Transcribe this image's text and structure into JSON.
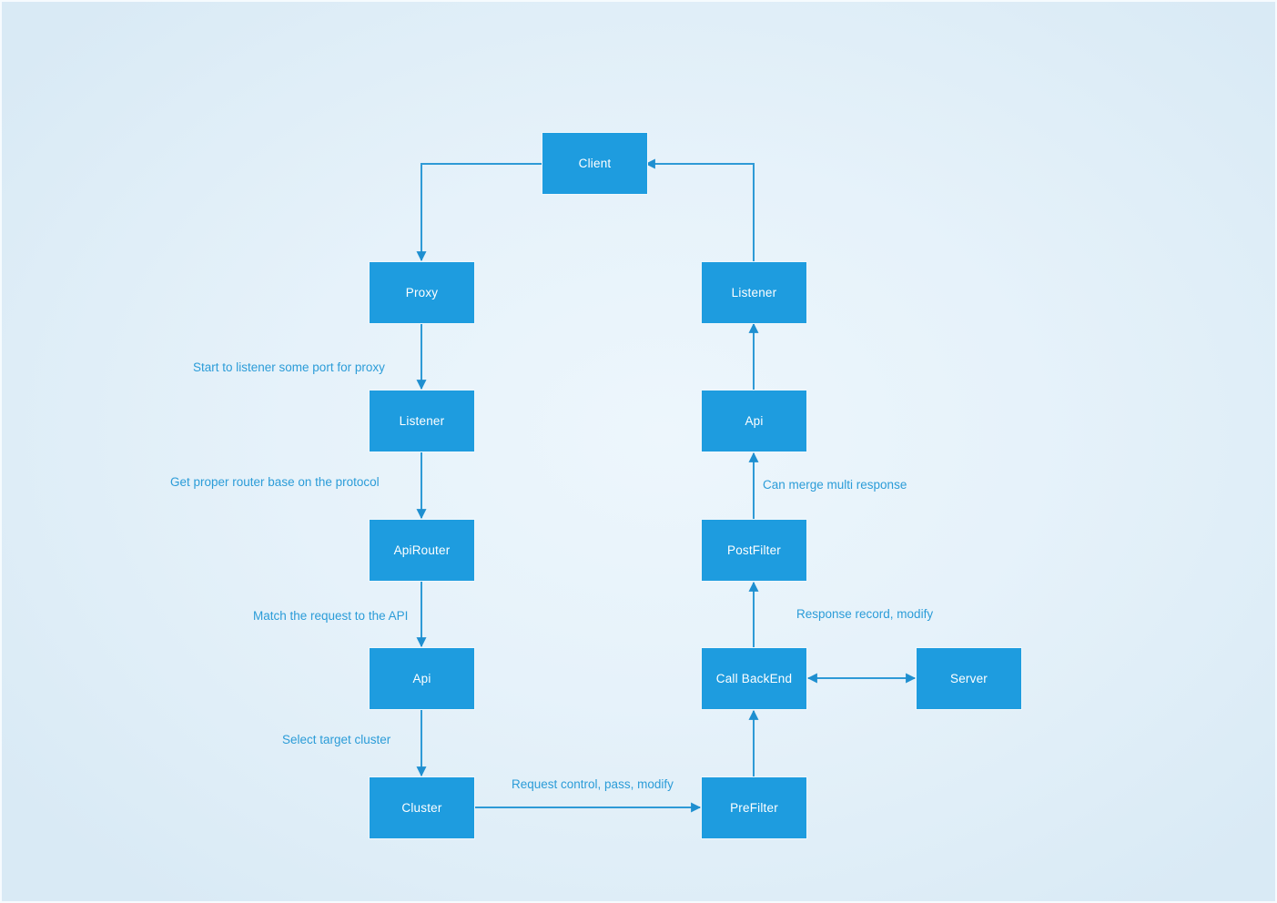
{
  "diagram": {
    "description": "Proxy request/response flow diagram",
    "colors": {
      "node_fill": "#1e9cdf",
      "node_text": "#ffffff",
      "arrow": "#2e9ad6",
      "edge_label_text": "#2b9cd8",
      "background": "#e6f2fa"
    },
    "nodes": {
      "client": {
        "label": "Client"
      },
      "proxy": {
        "label": "Proxy"
      },
      "listener_left": {
        "label": "Listener"
      },
      "api_router": {
        "label": "ApiRouter"
      },
      "api_left": {
        "label": "Api"
      },
      "cluster": {
        "label": "Cluster"
      },
      "prefilter": {
        "label": "PreFilter"
      },
      "call_backend": {
        "label": "Call BackEnd"
      },
      "server": {
        "label": "Server"
      },
      "postfilter": {
        "label": "PostFilter"
      },
      "api_right": {
        "label": "Api"
      },
      "listener_right": {
        "label": "Listener"
      }
    },
    "edge_labels": {
      "proxy_to_listener": "Start to listener some port for proxy",
      "listener_to_apirouter": "Get proper router base on the protocol",
      "apirouter_to_api": "Match the request to the API",
      "api_to_cluster": "Select target cluster",
      "cluster_to_prefilter": "Request control, pass, modify",
      "callbackend_to_postfilter": "Response record, modify",
      "postfilter_to_api": "Can merge multi response"
    },
    "edges": [
      {
        "from": "client",
        "to": "proxy"
      },
      {
        "from": "proxy",
        "to": "listener_left",
        "label": "proxy_to_listener"
      },
      {
        "from": "listener_left",
        "to": "api_router",
        "label": "listener_to_apirouter"
      },
      {
        "from": "api_router",
        "to": "api_left",
        "label": "apirouter_to_api"
      },
      {
        "from": "api_left",
        "to": "cluster",
        "label": "api_to_cluster"
      },
      {
        "from": "cluster",
        "to": "prefilter",
        "label": "cluster_to_prefilter"
      },
      {
        "from": "prefilter",
        "to": "call_backend"
      },
      {
        "from": "call_backend",
        "to": "server",
        "bidirectional": true
      },
      {
        "from": "call_backend",
        "to": "postfilter",
        "label": "callbackend_to_postfilter"
      },
      {
        "from": "postfilter",
        "to": "api_right",
        "label": "postfilter_to_api"
      },
      {
        "from": "api_right",
        "to": "listener_right"
      },
      {
        "from": "listener_right",
        "to": "client"
      }
    ]
  }
}
